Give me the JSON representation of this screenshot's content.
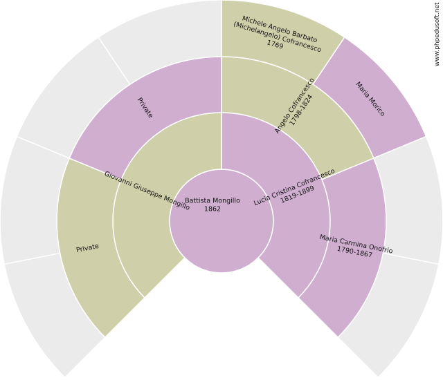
{
  "colors": {
    "female": "#d0aed0",
    "male": "#cfcfaa",
    "empty": "#ebebeb",
    "background": "#ffffff",
    "text": "#111111"
  },
  "watermark": "www.phpedusoft.net",
  "chart": {
    "center": {
      "lines": [
        "Battista Mongillo",
        "1862"
      ],
      "kind": "female"
    },
    "rings": [
      {
        "segments": [
          {
            "lines": [
              "Giovanni Giuseppe Mongillo"
            ],
            "kind": "male"
          },
          {
            "lines": [
              "Lucia Cristina Cofrancesco",
              "1819-1899"
            ],
            "kind": "female"
          }
        ]
      },
      {
        "segments": [
          {
            "lines": [
              "Private"
            ],
            "kind": "male"
          },
          {
            "lines": [
              "Private"
            ],
            "kind": "female"
          },
          {
            "lines": [
              "Angelo Cofrancesco",
              "1798-1824"
            ],
            "kind": "male"
          },
          {
            "lines": [
              "Maria Carmina Onofrio",
              "1790-1867"
            ],
            "kind": "female"
          }
        ]
      },
      {
        "segments": [
          {
            "lines": [],
            "kind": "empty"
          },
          {
            "lines": [],
            "kind": "empty"
          },
          {
            "lines": [],
            "kind": "empty"
          },
          {
            "lines": [],
            "kind": "empty"
          },
          {
            "lines": [
              "Michele Angelo Barbato",
              "(Michelangelo) Cofrancesco",
              "1769"
            ],
            "kind": "male"
          },
          {
            "lines": [
              "Maria Morico"
            ],
            "kind": "female"
          },
          {
            "lines": [],
            "kind": "empty"
          },
          {
            "lines": [],
            "kind": "empty"
          }
        ]
      }
    ]
  }
}
